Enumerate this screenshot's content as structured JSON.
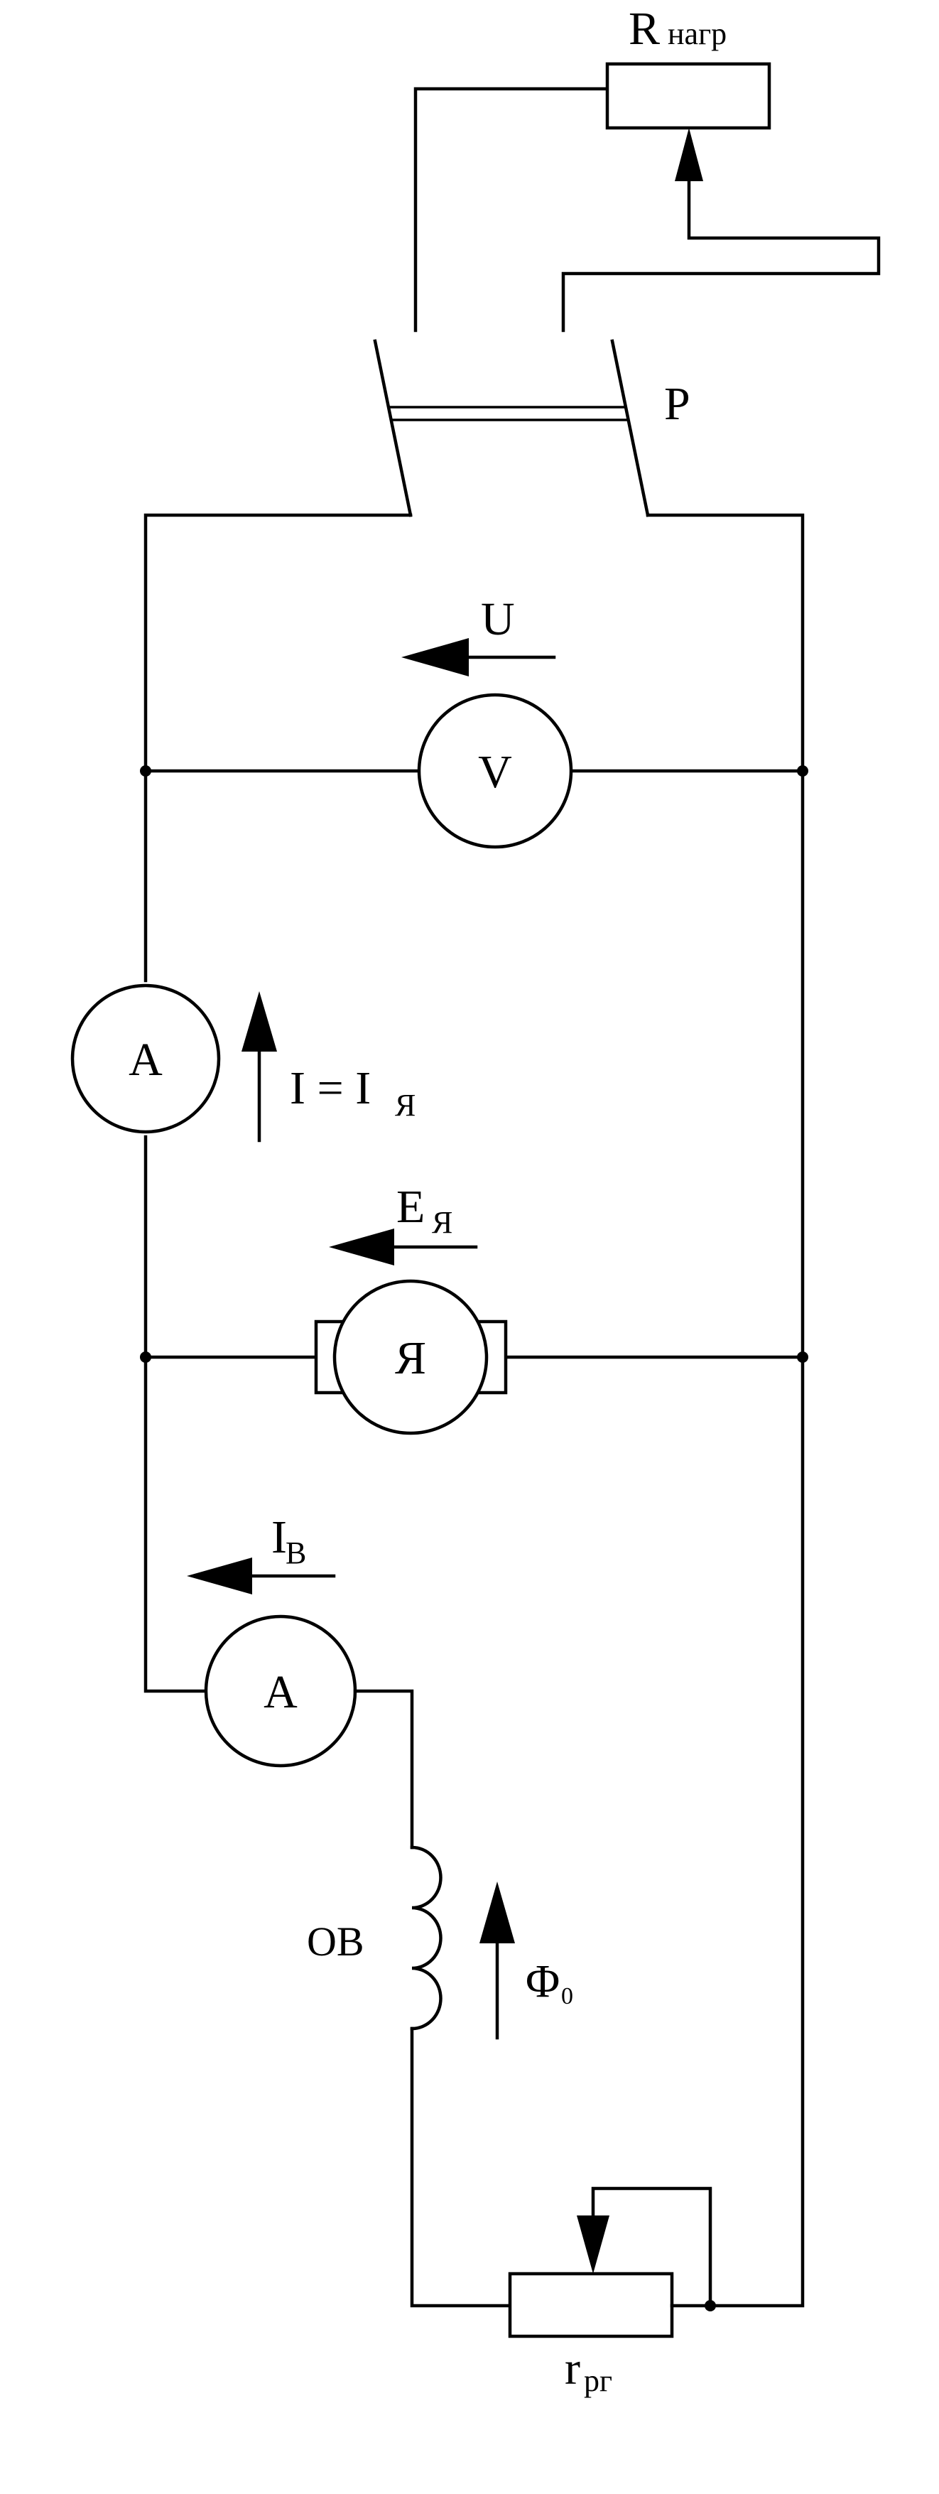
{
  "labels": {
    "load_resistor_main": "R",
    "load_resistor_sub": "нагр",
    "switch": "P",
    "voltage_main": "U",
    "voltmeter": "V",
    "armature_ammeter": "A",
    "armature_current_main": "I = I",
    "armature_current_sub": "Я",
    "emf_main": "E",
    "emf_sub": "Я",
    "armature": "Я",
    "field_current_main": "I",
    "field_current_sub": "B",
    "field_ammeter": "A",
    "field_winding": "OB",
    "flux_main": "Φ",
    "flux_sub": "0",
    "rheostat_main": "r",
    "rheostat_sub": "рг"
  },
  "colors": {
    "line": "#000000",
    "background": "#ffffff"
  }
}
